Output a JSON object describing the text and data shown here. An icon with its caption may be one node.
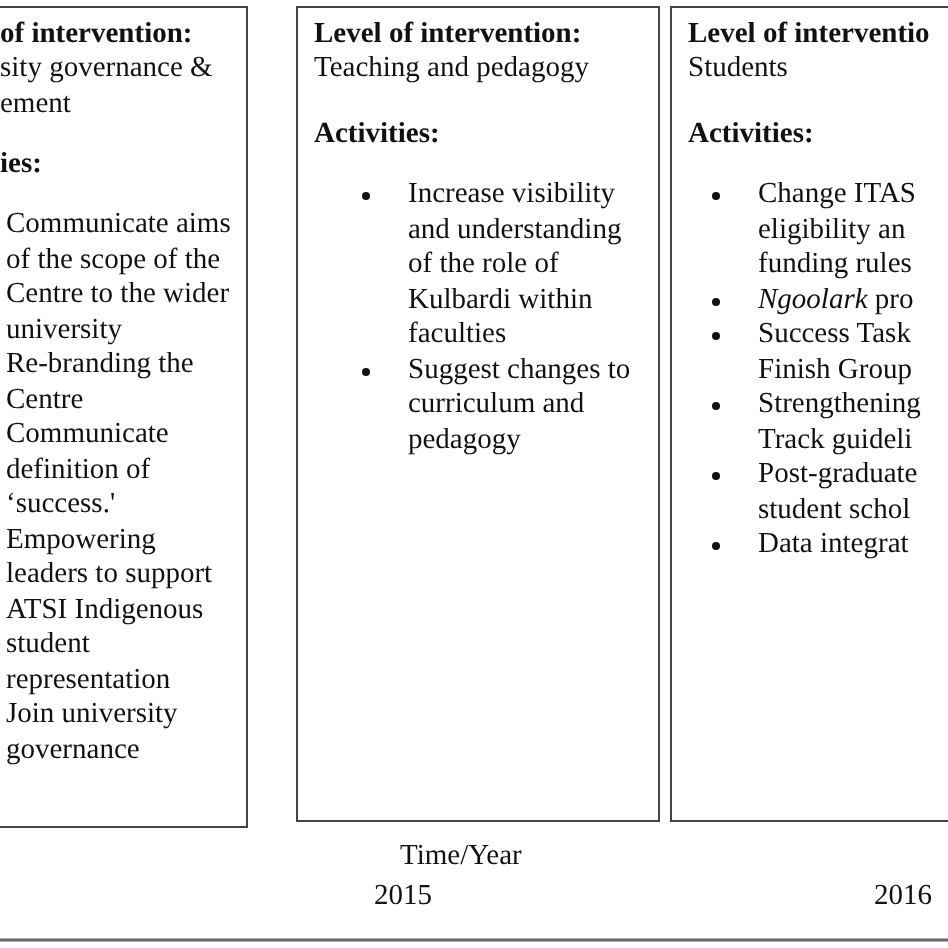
{
  "diagram": {
    "nodes": [
      {
        "text": [
          "of intervention:",
          "sity governance & ement",
          "ies:",
          "Communicate aims of the scope of the Centre to the wider university",
          "Re-branding the Centre",
          "Communicate definition of ‘success.'",
          "Empowering leaders to support ATSI Indigenous student representation",
          "Join university governance"
        ]
      },
      {
        "text": [
          "Level of intervention:",
          "Teaching and pedagogy",
          "Activities:",
          "Increase visibility and understanding of the role of Kulbardi within faculties",
          "Suggest changes to curriculum and pedagogy"
        ]
      },
      {
        "text": [
          "Level of interventio",
          "Students",
          "Activities:",
          "Change ITAS eligibility an funding rules",
          "*Ngoolark* pro",
          "Success Task Finish Group",
          "Strengthening Track guideli",
          "Post-graduate student schol",
          "Data integrat"
        ]
      }
    ],
    "labels": [
      "Time/Year",
      "2015",
      "2016"
    ]
  }
}
